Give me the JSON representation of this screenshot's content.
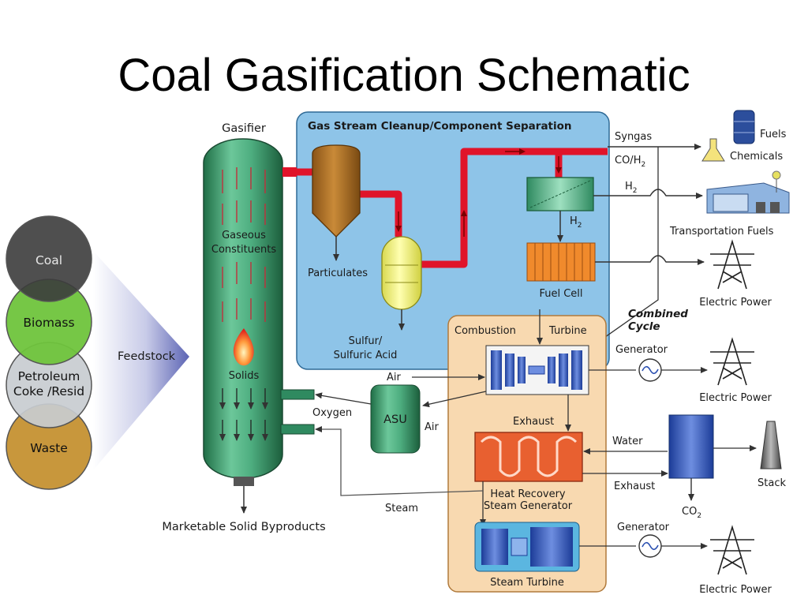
{
  "title": "Coal Gasification Schematic",
  "colors": {
    "pipe_red": "#e0142a",
    "cleanup_panel": "#8ec4e8",
    "combined_cycle_panel": "#f8d9b0",
    "gasifier_green": "#3e9a6c",
    "turbine_blue": "#2a4fb0",
    "coal": "#3c3c3c",
    "biomass": "#6fc43c",
    "petroleum": "#c8ccd0",
    "waste": "#c8973c"
  },
  "feedstock": {
    "label": "Feedstock",
    "items": [
      "Coal",
      "Biomass",
      "Petroleum",
      "Coke /Resid",
      "Waste"
    ]
  },
  "gasifier": {
    "title": "Gasifier",
    "gaseous_line1": "Gaseous",
    "gaseous_line2": "Constituents",
    "solids": "Solids",
    "byproducts": "Marketable Solid Byproducts"
  },
  "cleanup": {
    "title": "Gas Stream Cleanup/Component Separation",
    "particulates": "Particulates",
    "sulfur_line1": "Sulfur/",
    "sulfur_line2": "Sulfuric Acid",
    "h2_sep": "H",
    "h2_sub": "2"
  },
  "outputs": {
    "syngas": "Syngas",
    "co_h2": "CO/H",
    "co_h2_sub": "2",
    "h2": "H",
    "h2_sub": "2",
    "fuels": "Fuels",
    "chemicals": "Chemicals",
    "transportation_fuels": "Transportation Fuels",
    "fuel_cell": "Fuel Cell",
    "electric_power": "Electric Power"
  },
  "combined_cycle": {
    "label_line1": "Combined",
    "label_line2": "Cycle",
    "combustion": "Combustion",
    "turbine": "Turbine",
    "generator": "Generator",
    "exhaust": "Exhaust",
    "water": "Water",
    "hrsg_line1": "Heat Recovery",
    "hrsg_line2": "Steam Generator",
    "steam_turbine": "Steam Turbine",
    "stack": "Stack",
    "co2": "CO",
    "co2_sub": "2"
  },
  "asu": {
    "label": "ASU",
    "air_in": "Air",
    "air_out": "Air",
    "oxygen": "Oxygen",
    "steam": "Steam"
  }
}
